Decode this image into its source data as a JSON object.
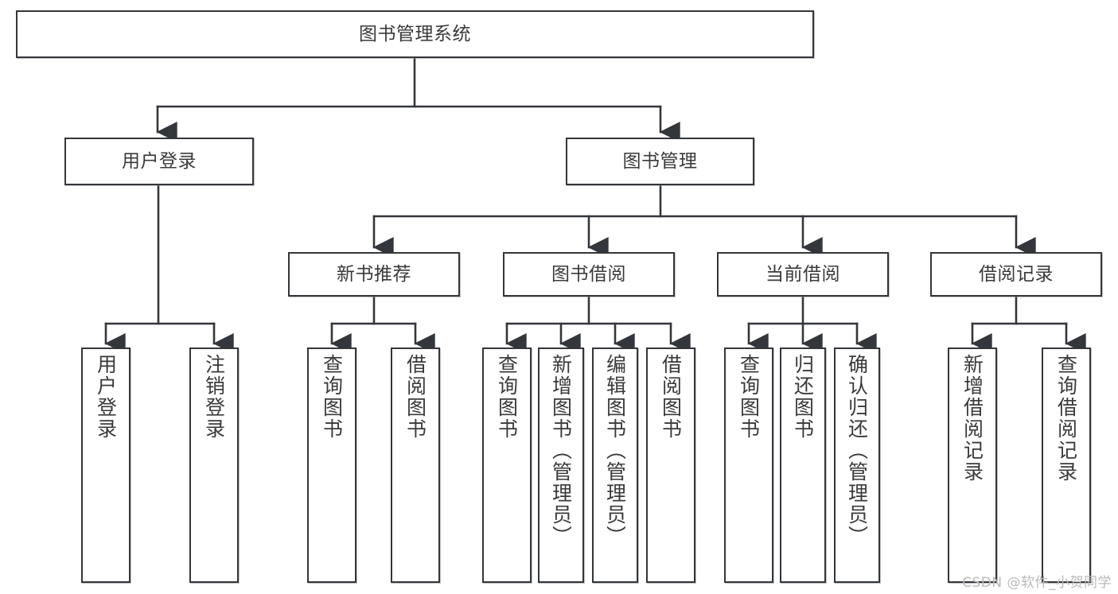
{
  "diagram": {
    "title": "图书管理系统",
    "type": "tree-hierarchy",
    "root": {
      "label": "图书管理系统"
    },
    "level2": [
      {
        "label": "用户登录"
      },
      {
        "label": "图书管理"
      }
    ],
    "level3": [
      {
        "label": "新书推荐"
      },
      {
        "label": "图书借阅"
      },
      {
        "label": "当前借阅"
      },
      {
        "label": "借阅记录"
      }
    ],
    "leaves": {
      "user_login": [
        {
          "label": "用户登录"
        },
        {
          "label": "注销登录"
        }
      ],
      "new_book_recommend": [
        {
          "label": "查询图书"
        },
        {
          "label": "借阅图书"
        }
      ],
      "book_borrow": [
        {
          "label": "查询图书"
        },
        {
          "label": "新增图书（管理员）"
        },
        {
          "label": "编辑图书（管理员）"
        },
        {
          "label": "借阅图书"
        }
      ],
      "current_borrow": [
        {
          "label": "查询图书"
        },
        {
          "label": "归还图书"
        },
        {
          "label": "确认归还（管理员）"
        }
      ],
      "borrow_record": [
        {
          "label": "新增借阅记录"
        },
        {
          "label": "查询借阅记录"
        }
      ]
    }
  },
  "watermark": {
    "text": "CSDN @软件_小贺同学"
  },
  "colors": {
    "stroke": "#33363a",
    "text": "#3a3a3a",
    "background": "#ffffff",
    "watermark": "#b9b9b9"
  }
}
